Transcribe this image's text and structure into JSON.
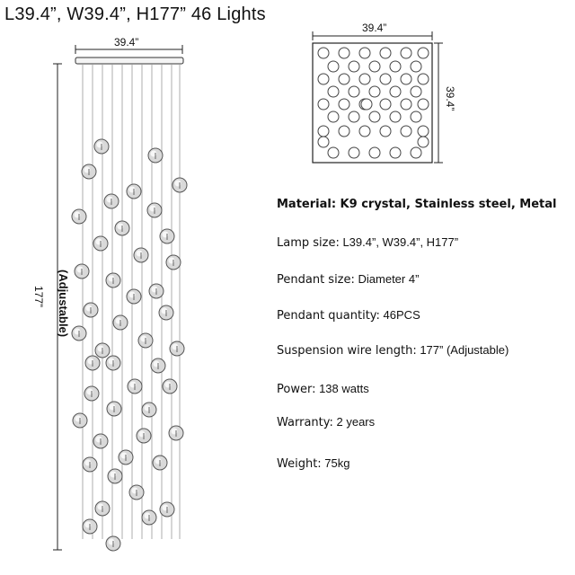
{
  "title": "L39.4”, W39.4”, H177”  46 Lights",
  "front": {
    "width_label": "39.4”",
    "height_label": "177”",
    "adjustable_label": "(Adjustable)",
    "pendant_count": 46
  },
  "top": {
    "width_label": "39.4”",
    "depth_label": "39.4”"
  },
  "specs": [
    {
      "label": "Material: K9 crystal, Stainless steel, Metal",
      "value": ""
    },
    {
      "label": "Lamp size:",
      "value": " L39.4”, W39.4”, H177”"
    },
    {
      "label": "Pendant size:",
      "value": " Diameter 4”"
    },
    {
      "label": "Pendant quantity:",
      "value": " 46PCS"
    },
    {
      "label": "Suspension wire length:",
      "value": "  177” (Adjustable)"
    },
    {
      "label": "Power:",
      "value": " 138 watts"
    },
    {
      "label": "Warranty:",
      "value": " 2 years"
    },
    {
      "label": "Weight:",
      "value": "  75kg"
    }
  ]
}
